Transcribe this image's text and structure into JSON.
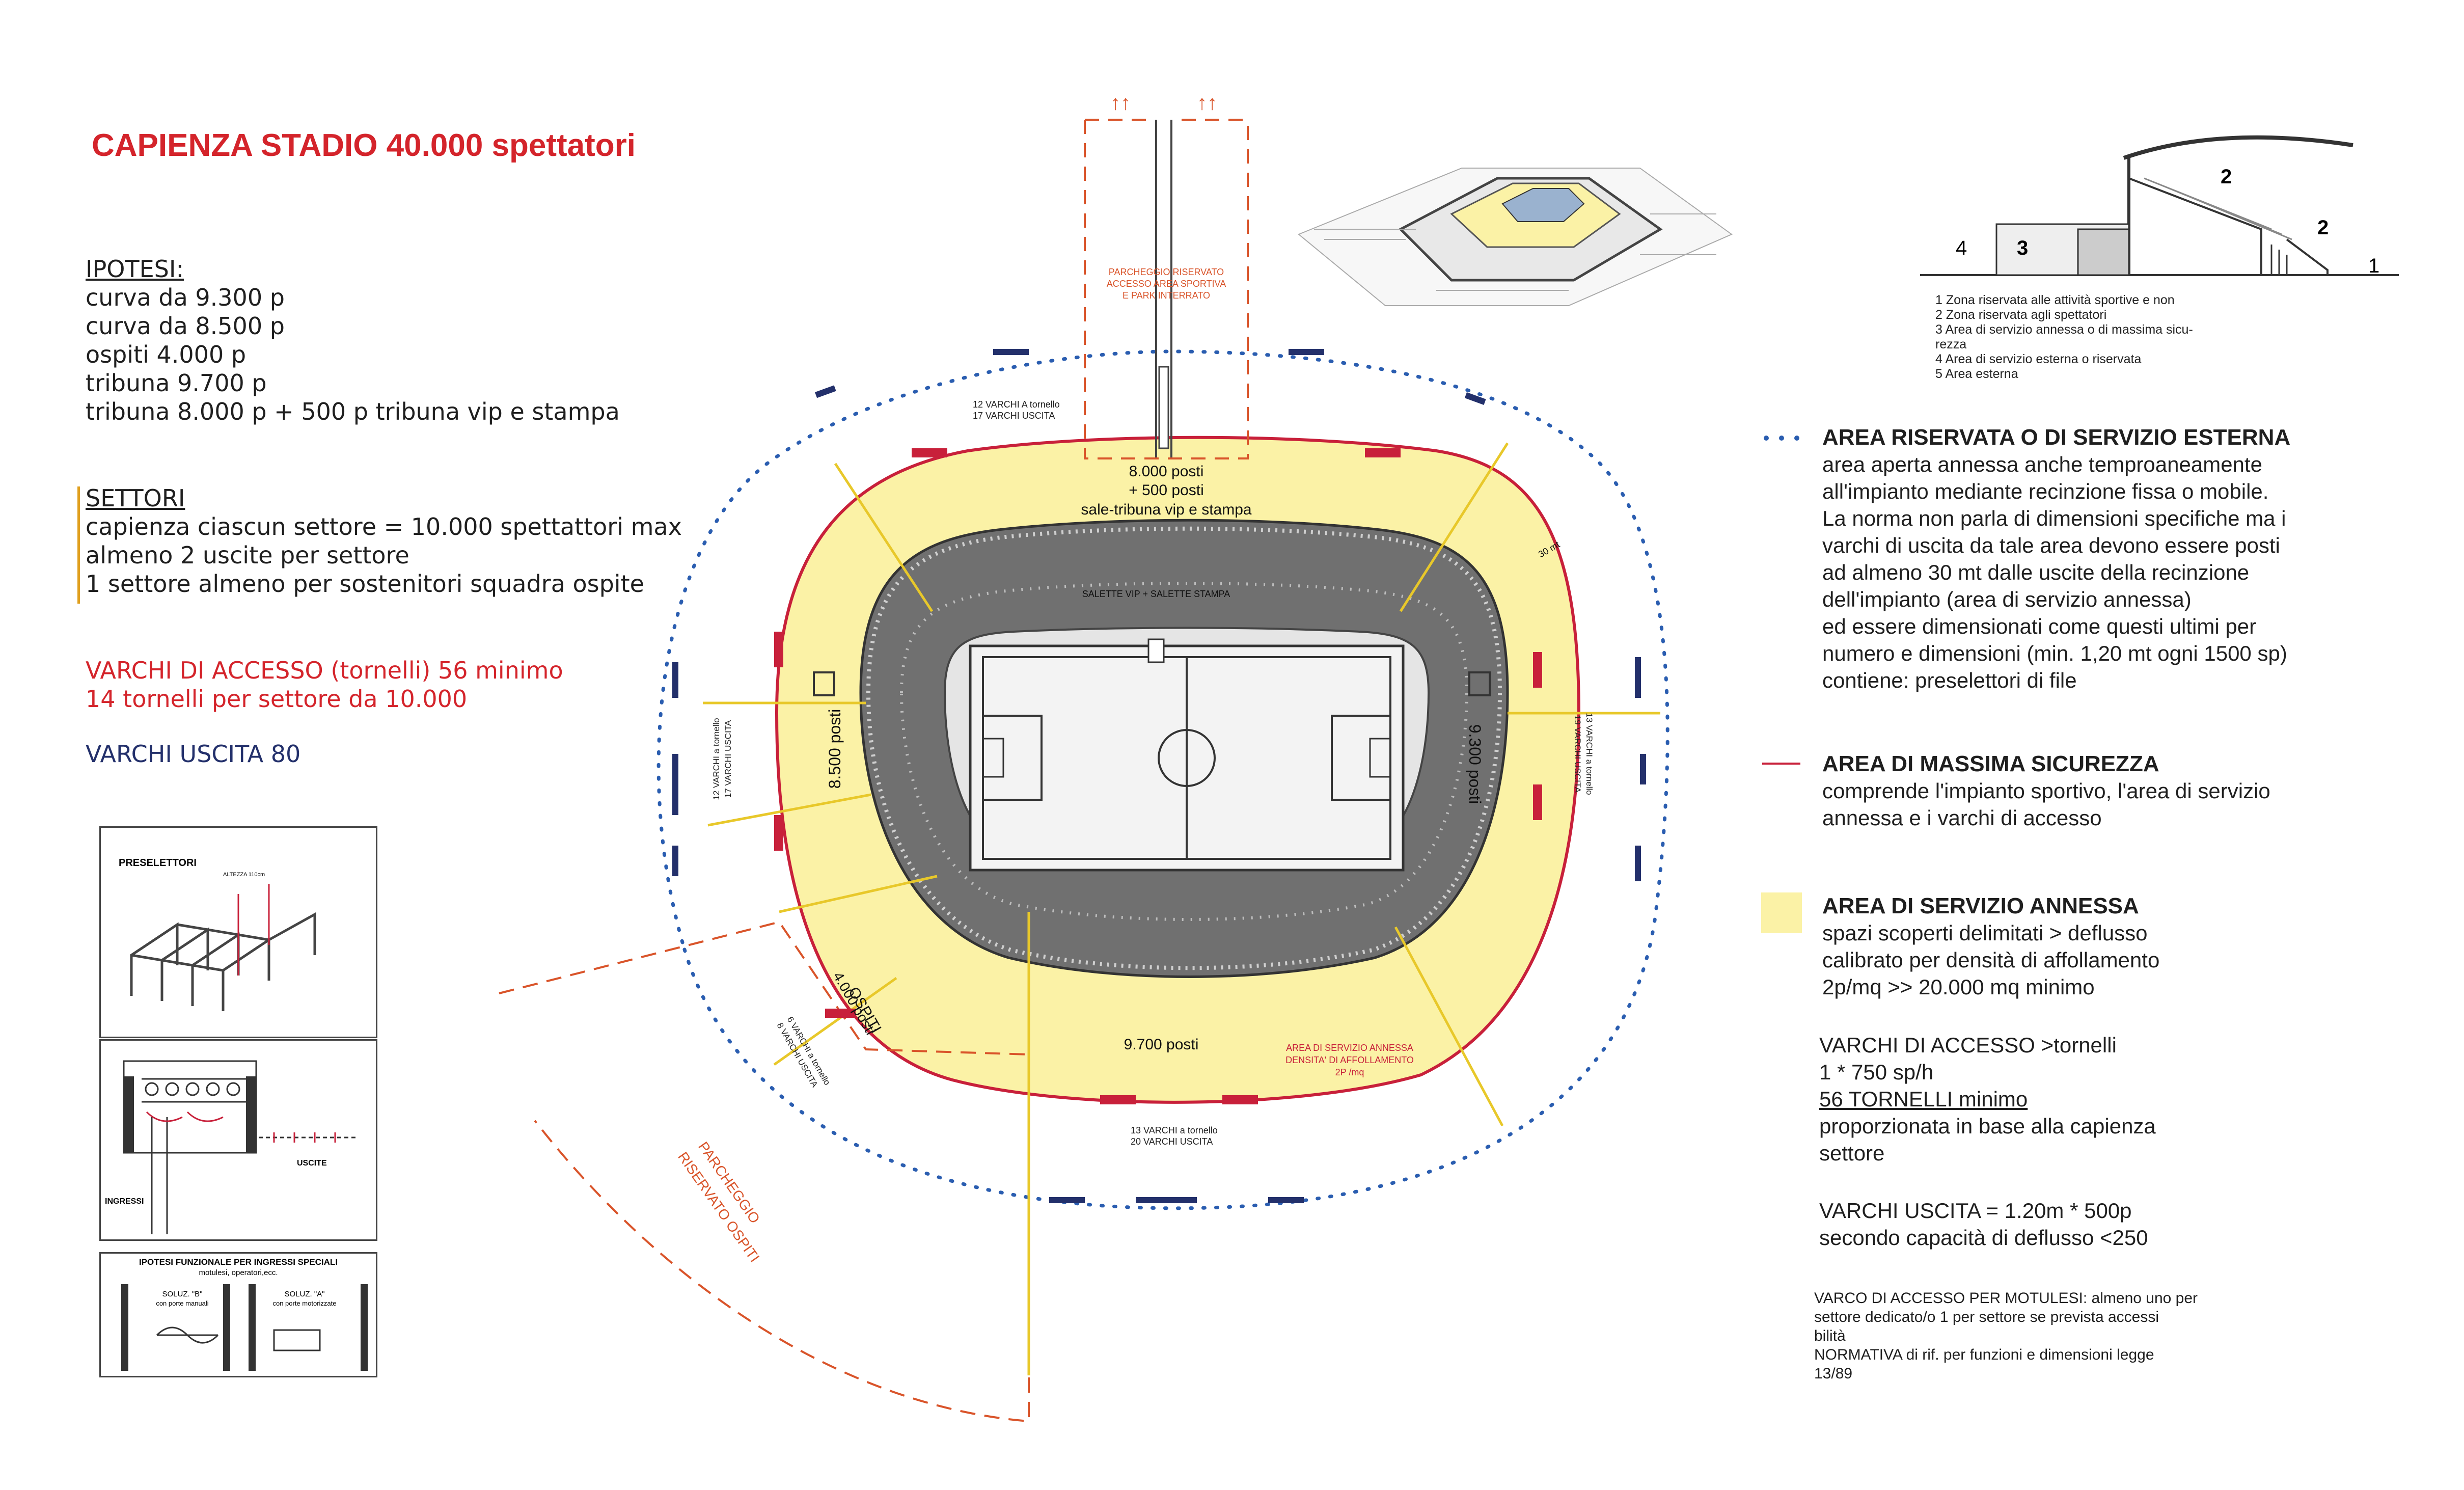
{
  "title": "CAPIENZA STADIO 40.000 spettatori",
  "ipotesi": {
    "heading": "IPOTESI:",
    "lines": [
      "curva da 9.300 p",
      "curva da 8.500 p",
      "ospiti 4.000 p",
      "tribuna 9.700 p",
      "tribuna  8.000 p + 500 p tribuna vip e stampa"
    ]
  },
  "settori": {
    "heading": "SETTORI",
    "lines": [
      "capienza ciascun settore = 10.000 spettattori max",
      "almeno 2 uscite per settore",
      "1 settore almeno per sostenitori squadra ospite"
    ]
  },
  "varchi_accesso": {
    "line1": "VARCHI DI ACCESSO (tornelli) 56 minimo",
    "line2": "14 tornelli per settore da 10.000"
  },
  "varchi_uscita": "VARCHI USCITA 80",
  "plan": {
    "parcheggio_riservato": [
      "PARCHEGGIO RISERVATO",
      "ACCESSO AREA SPORTIVA",
      "E PARK INTERRATO"
    ],
    "north_gates": [
      "12 VARCHI A tornello",
      "17 VARCHI USCITA"
    ],
    "tribuna_north": [
      "8.000 posti",
      "+ 500 posti",
      "sale-tribuna vip e stampa"
    ],
    "salette": "SALETTE VIP + SALETTE STAMPA",
    "dist_30": "30 mt",
    "west_seats": "8.500 posti",
    "east_seats": "9.300 posti",
    "west_gates": [
      "12 VARCHI a tornello",
      "17 VARCHI USCITA"
    ],
    "east_gates": [
      "13 VARCHI a tornello",
      "19 VARCHI USCITA"
    ],
    "ospiti": [
      "OSPITI",
      "4.000 posti"
    ],
    "ospiti_gates": [
      "6 VARCHI a tornello",
      "8 VARCHI USCITA"
    ],
    "south_seats": "9.700 posti",
    "area_servizio": [
      "AREA DI SERVIZIO ANNESSA",
      "DENSITA' DI AFFOLLAMENTO",
      "2P /mq"
    ],
    "south_gates": [
      "13 VARCHI a tornello",
      "20 VARCHI USCITA"
    ],
    "parcheggio_ospiti": [
      "PARCHEGGIO",
      "RISERVATO OSPITI"
    ]
  },
  "section_numbers": [
    "1",
    "2",
    "2",
    "3",
    "4"
  ],
  "zone_list": [
    "1  Zona riservata alle attività sportive e non",
    "2  Zona riservata agli spettatori",
    "3  Area di servizio annessa o di massima sicu-",
    "    rezza",
    "4  Area di servizio esterna o riservata",
    "5  Area esterna"
  ],
  "legend": {
    "esterna_title": "AREA RISERVATA O DI SERVIZIO ESTERNA",
    "esterna_lines": [
      "area aperta annessa anche temproaneamente",
      "all'impianto mediante recinzione fissa o mobile.",
      "La norma non parla di dimensioni specifiche ma i",
      "varchi di uscita da tale area devono essere posti",
      "ad almeno 30 mt dalle uscite della recinzione",
      "dell'impianto (area di servizio annessa)",
      "ed essere dimensionati come questi ultimi per",
      "numero e dimensioni (min. 1,20 mt ogni 1500 sp)",
      "contiene: preselettori di file"
    ],
    "sicurezza_title": "AREA DI MASSIMA SICUREZZA",
    "sicurezza_lines": [
      "comprende l'impianto sportivo, l'area di servizio",
      "annessa e i varchi di accesso"
    ],
    "annessa_title": "AREA DI SERVIZIO ANNESSA",
    "annessa_lines": [
      "spazi scoperti delimitati > deflusso",
      "calibrato per densità di affollamento",
      "2p/mq >> 20.000 mq minimo"
    ],
    "varchi_accesso_lines": [
      "VARCHI DI ACCESSO >tornelli",
      "1 * 750 sp/h"
    ],
    "tornelli_min": "56 TORNELLI minimo",
    "proporz_lines": [
      "proporzionata in base alla capienza",
      "settore"
    ],
    "uscita_lines": [
      "VARCHI USCITA = 1.20m * 500p",
      "secondo capacità di deflusso <250"
    ],
    "note_lines": [
      "VARCO DI ACCESSO PER MOTULESI: almeno uno per",
      "settore dedicato/o 1 per settore se prevista accessi",
      "bilità",
      "NORMATIVA di rif. per funzioni e dimensioni legge",
      "13/89"
    ]
  },
  "insets": {
    "preselettori": "PRESELETTORI",
    "preselettori_sub": "ALTEZZA 110cm",
    "ingressi": "INGRESSI",
    "uscite": "USCITE",
    "ipotesi_title": "IPOTESI FUNZIONALE PER INGRESSI SPECIALI",
    "ipotesi_sub": "motulesi, operatori,ecc.",
    "soluz_b": "SOLUZ. \"B\"",
    "soluz_b_sub": "con porte manuali",
    "soluz_a": "SOLUZ. \"A\"",
    "soluz_a_sub": "con porte motorizzate"
  },
  "colors": {
    "title_red": "#d4242b",
    "annessa_fill": "#fbf2a6",
    "sicurezza_line": "#c8203a",
    "esterna_dots": "#2a5db0",
    "parking_dash": "#d9542a",
    "text_blue": "#23306b",
    "boundary_yellow": "#e8c82a"
  }
}
